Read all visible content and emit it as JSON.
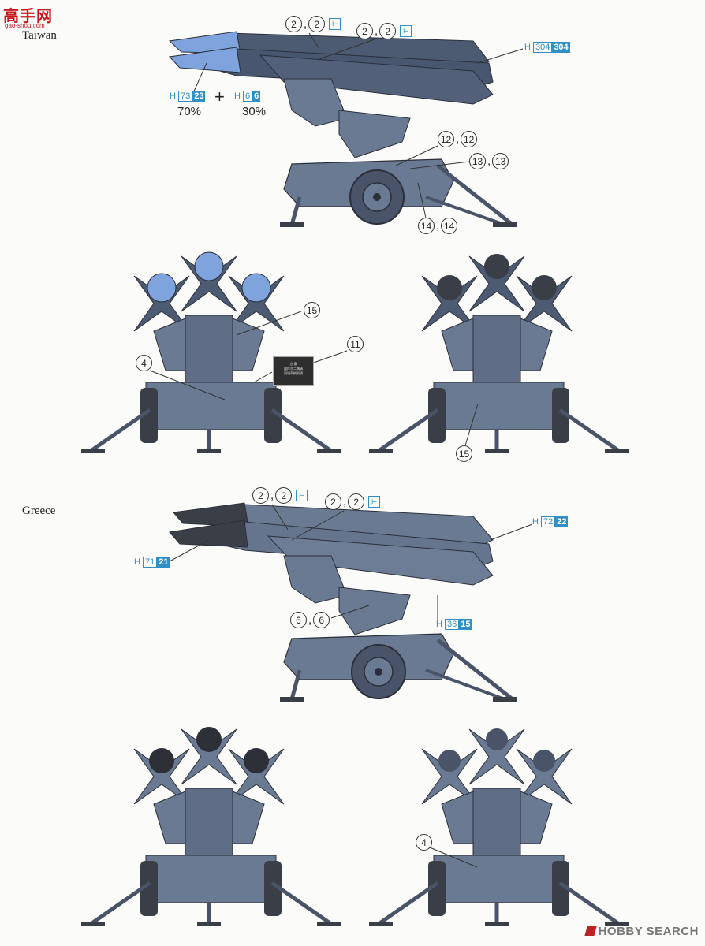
{
  "header": {
    "logo_text": "高手网",
    "logo_sub": "gao-shou.com"
  },
  "sections": {
    "taiwan_label": "Taiwan",
    "greece_label": "Greece"
  },
  "taiwan_side": {
    "callout_a": {
      "n1": "2",
      "n2": "2"
    },
    "callout_b": {
      "n1": "2",
      "n2": "2"
    },
    "callout_12": {
      "n1": "12",
      "n2": "12"
    },
    "callout_13": {
      "n1": "13",
      "n2": "13"
    },
    "callout_14": {
      "n1": "14",
      "n2": "14"
    },
    "paint_main": {
      "h": "H",
      "c1": "304",
      "c2": "304"
    },
    "paint_tip_a": {
      "h": "H",
      "c1": "73",
      "c2": "23"
    },
    "paint_tip_b": {
      "h": "H",
      "c1": "6",
      "c2": "6"
    },
    "plus": "+",
    "pct_a": "70%",
    "pct_b": "30%"
  },
  "taiwan_front": {
    "callout_15a": "15",
    "callout_11": "11",
    "callout_4": "4",
    "note_lines": [
      "注 意",
      "轟炸勿二隅碼",
      "照明車輛照明"
    ]
  },
  "taiwan_rear": {
    "callout_15b": "15"
  },
  "greece_side": {
    "callout_a": {
      "n1": "2",
      "n2": "2"
    },
    "callout_b": {
      "n1": "2",
      "n2": "2"
    },
    "callout_6": {
      "n1": "6",
      "n2": "6"
    },
    "paint_main": {
      "h": "H",
      "c1": "72",
      "c2": "22"
    },
    "paint_tip": {
      "h": "H",
      "c1": "71",
      "c2": "21"
    },
    "paint_joint": {
      "h": "H",
      "c1": "36",
      "c2": "15"
    }
  },
  "greece_rear": {
    "callout_4": "4"
  },
  "watermark": "HOBBY SEARCH",
  "colors": {
    "vehicle_gray": "#6b7a93",
    "missile_blue": "#7ea3dd",
    "dark": "#3a3e47",
    "paint_blue": "#2f8fc6"
  }
}
